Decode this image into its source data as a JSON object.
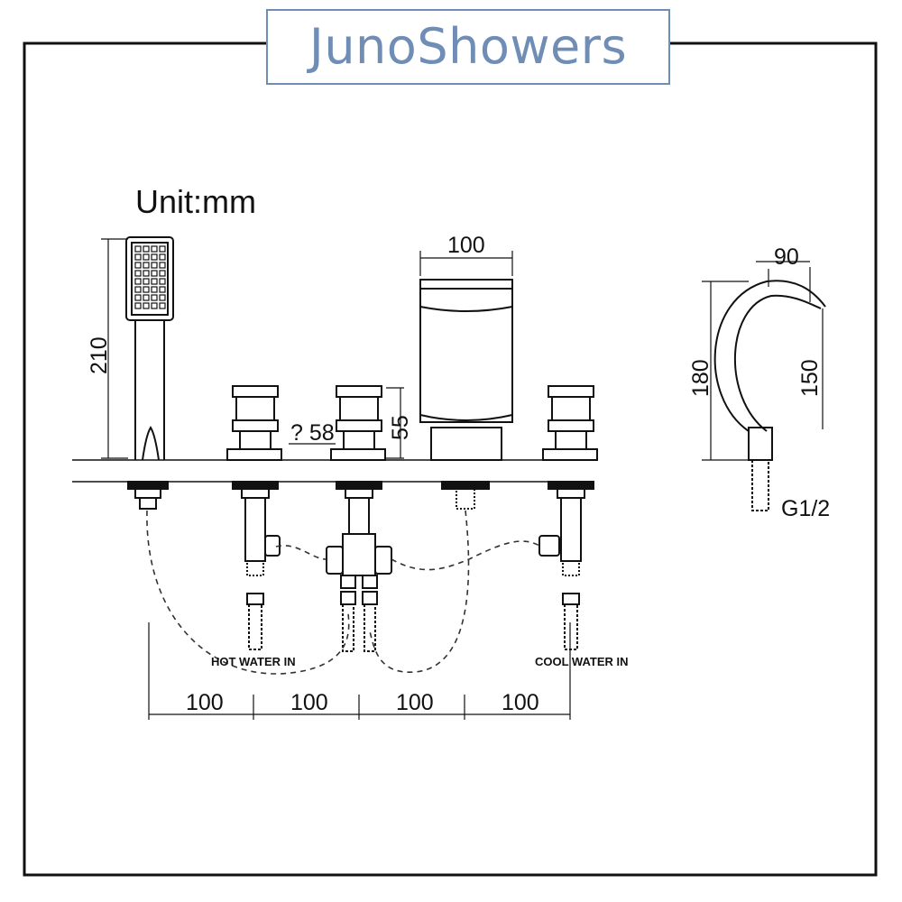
{
  "brand": {
    "name": "JunoShowers"
  },
  "unit_label": "Unit:mm",
  "dimensions": {
    "handset_height": "210",
    "spout_width": "100",
    "valve_height": "55",
    "valve_diameter": "? 58",
    "side_reach": "90",
    "side_height": "180",
    "side_inner_height": "150",
    "thread": "G1/2",
    "spacing": [
      "100",
      "100",
      "100",
      "100"
    ]
  },
  "labels": {
    "hot_in": "HOT WATER IN",
    "cool_in": "COOL WATER IN"
  },
  "colors": {
    "brand": "#6f8db5",
    "line": "#111111"
  }
}
